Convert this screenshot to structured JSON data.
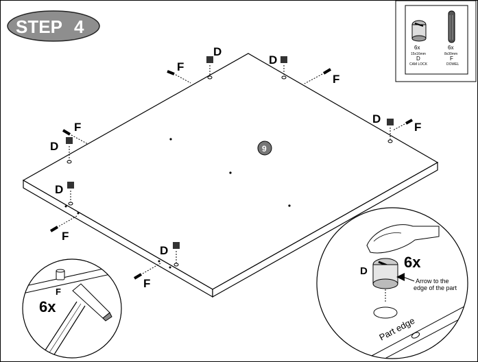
{
  "step": {
    "label": "STEP",
    "number": "4"
  },
  "parts_box": {
    "cam_lock": {
      "qty": "6x",
      "size": "15x16mm",
      "letter": "D",
      "name": "CAM LOCK"
    },
    "dowel": {
      "qty": "6x",
      "size": "8x30mm",
      "letter": "F",
      "name": "DOWEL"
    }
  },
  "panel_number": "9",
  "letters": {
    "cam": "D",
    "dowel": "F"
  },
  "detail_left": {
    "qty": "6x",
    "letter": "F"
  },
  "detail_right": {
    "qty": "6x",
    "letter": "D",
    "arrow_note_line1": "Arrow to the",
    "arrow_note_line2": "edge of the part",
    "edge_label": "Part edge"
  }
}
